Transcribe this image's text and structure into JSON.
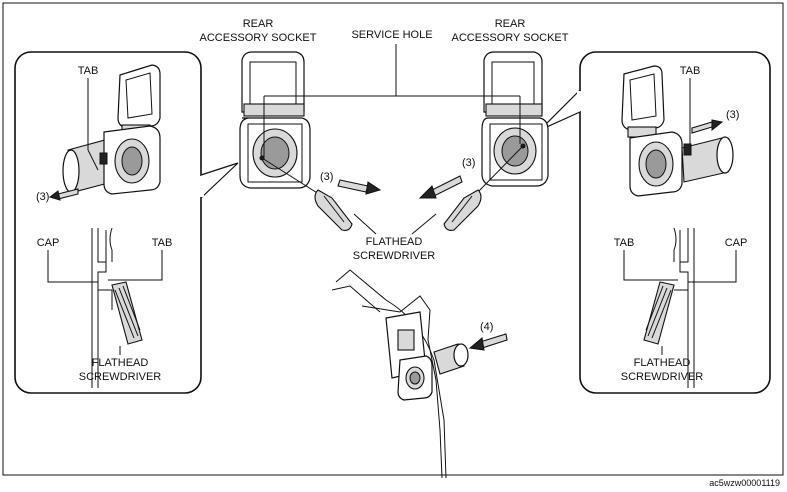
{
  "labels": {
    "rear_socket_left_line1": "REAR",
    "rear_socket_left_line2": "ACCESSORY SOCKET",
    "service_hole": "SERVICE HOLE",
    "rear_socket_right_line1": "REAR",
    "rear_socket_right_line2": "ACCESSORY SOCKET",
    "left_tab": "TAB",
    "left_step": "(3)",
    "left_cap": "CAP",
    "left_tab2": "TAB",
    "left_screwdriver_line1": "FLATHEAD",
    "left_screwdriver_line2": "SCREWDRIVER",
    "center_step_left": "(3)",
    "center_step_right": "(3)",
    "center_screwdriver_line1": "FLATHEAD",
    "center_screwdriver_line2": "SCREWDRIVER",
    "bottom_step": "(4)",
    "right_tab": "TAB",
    "right_step": "(3)",
    "right_tab2": "TAB",
    "right_cap": "CAP",
    "right_screwdriver_line1": "FLATHEAD",
    "right_screwdriver_line2": "SCREWDRIVER",
    "figure_code": "ac5wzw00001119"
  }
}
